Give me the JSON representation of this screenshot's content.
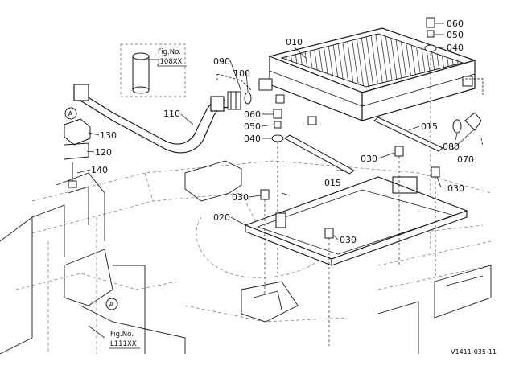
{
  "callouts": {
    "c060a": "060",
    "c050a": "050",
    "c040a": "040",
    "c010": "010",
    "c090": "090",
    "c100": "100",
    "c110": "110",
    "c130": "130",
    "c120": "120",
    "c140": "140",
    "c060b": "060",
    "c050b": "050",
    "c040b": "040",
    "c015a": "015",
    "c015b": "015",
    "c080": "080",
    "c070": "070",
    "c030a": "030",
    "c030b": "030",
    "c030c": "030",
    "c030d": "030",
    "c020": "020"
  },
  "markers": {
    "a_top": "A",
    "a_bottom": "A"
  },
  "figrefs": {
    "top_line1": "Fig.No.",
    "top_line2": "J108XX",
    "bottom_line1": "Fig.No.",
    "bottom_line2": "L111XX"
  },
  "drawing_code": "V1411-035-11",
  "colors": {
    "line": "#1a1a1a",
    "dashed": "#555555",
    "background": "#ffffff"
  }
}
